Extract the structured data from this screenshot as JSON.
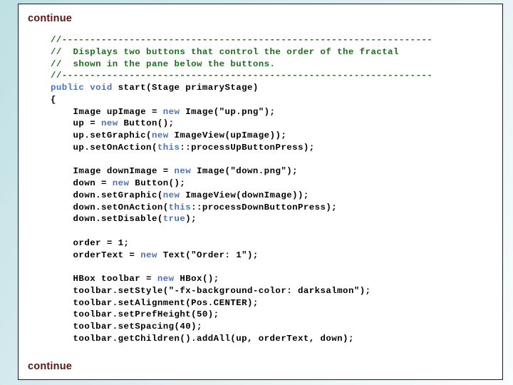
{
  "slide": {
    "background_gradient_from": "#bfe0e4",
    "background_gradient_to": "#fbfdfd",
    "card_background": "#ffffff",
    "card_border_color": "#1a1a1a",
    "continue_top_label": "continue",
    "continue_bottom_label": "continue",
    "continue_color": "#5c1414"
  },
  "code": {
    "language": "Java",
    "comment_color": "#1d6b1d",
    "keyword_color": "#4a72b8",
    "text_color": "#000000",
    "lines": [
      {
        "indent": 0,
        "tokens": [
          {
            "t": "//------------------------------------------------------------------",
            "c": "comment"
          }
        ]
      },
      {
        "indent": 0,
        "tokens": [
          {
            "t": "//  Displays two buttons that control the order of the fractal",
            "c": "comment"
          }
        ]
      },
      {
        "indent": 0,
        "tokens": [
          {
            "t": "//  shown in the pane below the buttons.",
            "c": "comment"
          }
        ]
      },
      {
        "indent": 0,
        "tokens": [
          {
            "t": "//------------------------------------------------------------------",
            "c": "comment"
          }
        ]
      },
      {
        "indent": 0,
        "tokens": [
          {
            "t": "public void",
            "c": "keyword"
          },
          {
            "t": " start(Stage primaryStage)",
            "c": "plain"
          }
        ]
      },
      {
        "indent": 0,
        "tokens": [
          {
            "t": "{",
            "c": "plain"
          }
        ]
      },
      {
        "indent": 1,
        "tokens": [
          {
            "t": "Image upImage = ",
            "c": "plain"
          },
          {
            "t": "new",
            "c": "keyword"
          },
          {
            "t": " Image(\"up.png\");",
            "c": "plain"
          }
        ]
      },
      {
        "indent": 1,
        "tokens": [
          {
            "t": "up = ",
            "c": "plain"
          },
          {
            "t": "new",
            "c": "keyword"
          },
          {
            "t": " Button();",
            "c": "plain"
          }
        ]
      },
      {
        "indent": 1,
        "tokens": [
          {
            "t": "up.setGraphic(",
            "c": "plain"
          },
          {
            "t": "new",
            "c": "keyword"
          },
          {
            "t": " ImageView(upImage));",
            "c": "plain"
          }
        ]
      },
      {
        "indent": 1,
        "tokens": [
          {
            "t": "up.setOnAction(",
            "c": "plain"
          },
          {
            "t": "this",
            "c": "keyword"
          },
          {
            "t": "::processUpButtonPress);",
            "c": "plain"
          }
        ]
      },
      {
        "indent": 0,
        "tokens": []
      },
      {
        "indent": 1,
        "tokens": [
          {
            "t": "Image downImage = ",
            "c": "plain"
          },
          {
            "t": "new",
            "c": "keyword"
          },
          {
            "t": " Image(\"down.png\");",
            "c": "plain"
          }
        ]
      },
      {
        "indent": 1,
        "tokens": [
          {
            "t": "down = ",
            "c": "plain"
          },
          {
            "t": "new",
            "c": "keyword"
          },
          {
            "t": " Button();",
            "c": "plain"
          }
        ]
      },
      {
        "indent": 1,
        "tokens": [
          {
            "t": "down.setGraphic(",
            "c": "plain"
          },
          {
            "t": "new",
            "c": "keyword"
          },
          {
            "t": " ImageView(downImage));",
            "c": "plain"
          }
        ]
      },
      {
        "indent": 1,
        "tokens": [
          {
            "t": "down.setOnAction(",
            "c": "plain"
          },
          {
            "t": "this",
            "c": "keyword"
          },
          {
            "t": "::processDownButtonPress);",
            "c": "plain"
          }
        ]
      },
      {
        "indent": 1,
        "tokens": [
          {
            "t": "down.setDisable(",
            "c": "plain"
          },
          {
            "t": "true",
            "c": "keyword"
          },
          {
            "t": ");",
            "c": "plain"
          }
        ]
      },
      {
        "indent": 0,
        "tokens": []
      },
      {
        "indent": 1,
        "tokens": [
          {
            "t": "order = 1;",
            "c": "plain"
          }
        ]
      },
      {
        "indent": 1,
        "tokens": [
          {
            "t": "orderText = ",
            "c": "plain"
          },
          {
            "t": "new",
            "c": "keyword"
          },
          {
            "t": " Text(\"Order: 1\");",
            "c": "plain"
          }
        ]
      },
      {
        "indent": 0,
        "tokens": []
      },
      {
        "indent": 1,
        "tokens": [
          {
            "t": "HBox toolbar = ",
            "c": "plain"
          },
          {
            "t": "new",
            "c": "keyword"
          },
          {
            "t": " HBox();",
            "c": "plain"
          }
        ]
      },
      {
        "indent": 1,
        "tokens": [
          {
            "t": "toolbar.setStyle(\"-fx-background-color: darksalmon\");",
            "c": "plain"
          }
        ]
      },
      {
        "indent": 1,
        "tokens": [
          {
            "t": "toolbar.setAlignment(Pos.CENTER);",
            "c": "plain"
          }
        ]
      },
      {
        "indent": 1,
        "tokens": [
          {
            "t": "toolbar.setPrefHeight(50);",
            "c": "plain"
          }
        ]
      },
      {
        "indent": 1,
        "tokens": [
          {
            "t": "toolbar.setSpacing(40);",
            "c": "plain"
          }
        ]
      },
      {
        "indent": 1,
        "tokens": [
          {
            "t": "toolbar.getChildren().addAll(up, orderText, down);",
            "c": "plain"
          }
        ]
      }
    ]
  }
}
